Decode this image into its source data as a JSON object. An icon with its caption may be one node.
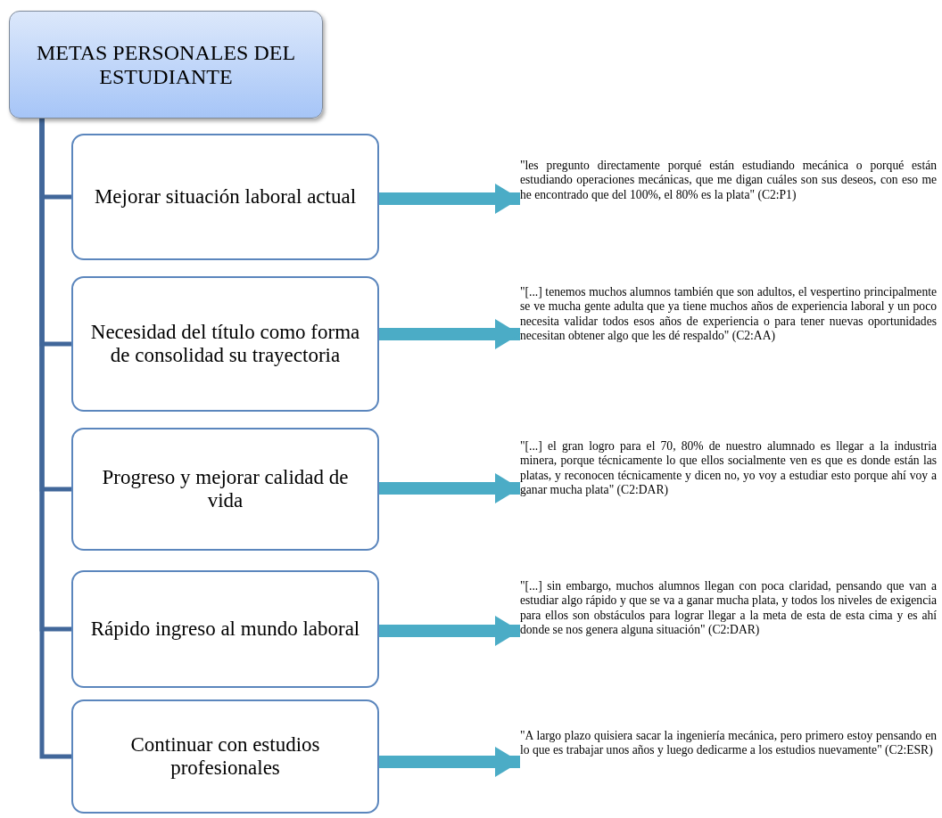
{
  "diagram": {
    "nodes": [
      {
        "text": [
          "METAS PERSONALES DEL ESTUDIANTE"
        ]
      },
      {
        "text": [
          "Mejorar situación laboral actual"
        ]
      },
      {
        "text": [
          "Necesidad del título como forma de consolidad su trayectoria"
        ]
      },
      {
        "text": [
          "Progreso y mejorar calidad de vida"
        ]
      },
      {
        "text": [
          "Rápido ingreso al mundo laboral"
        ]
      },
      {
        "text": [
          "Continuar con estudios profesionales"
        ]
      },
      {
        "text": [
          "\"les pregunto directamente porqué están estudiando mecánica o porqué están estudiando operaciones mecánicas, que me digan cuáles son sus deseos, con eso me he encontrado que del 100%, el 80% es la plata\" (C2:P1)"
        ]
      },
      {
        "text": [
          "\"[...] tenemos muchos alumnos también que son adultos, el vespertino principalmente se ve mucha gente adulta que ya tiene muchos años de experiencia laboral y un poco necesita validar todos esos años de experiencia o para tener nuevas oportunidades necesitan obtener algo que les dé respaldo\" (C2:AA)"
        ]
      },
      {
        "text": [
          "\"[...] el gran logro para el 70, 80% de nuestro alumnado es llegar a la industria minera, porque técnicamente lo que ellos socialmente ven es que es donde están las platas, y reconocen técnicamente y dicen no, yo voy a estudiar esto porque ahí voy a ganar mucha plata\" (C2:DAR)"
        ]
      },
      {
        "text": [
          "\"[...] sin embargo, muchos alumnos llegan con poca claridad, pensando que van a estudiar algo rápido y que se va a ganar mucha plata, y todos los niveles de exigencia para ellos son obstáculos para lograr llegar a la meta de esta de esta cima y es ahí donde se nos genera alguna situación\" (C2:DAR)"
        ]
      },
      {
        "text": [
          "\"A largo plazo quisiera sacar la ingeniería mecánica, pero primero estoy pensando en lo que es trabajar unos años y luego dedicarme a los estudios nuevamente\" (C2:ESR)"
        ]
      }
    ],
    "edges": [
      {
        "from": 0,
        "to": 1,
        "arrow": "none"
      },
      {
        "from": 0,
        "to": 2,
        "arrow": "none"
      },
      {
        "from": 0,
        "to": 3,
        "arrow": "none"
      },
      {
        "from": 0,
        "to": 4,
        "arrow": "none"
      },
      {
        "from": 0,
        "to": 5,
        "arrow": "none"
      },
      {
        "from": 1,
        "to": 6,
        "arrow": "to",
        "style": "thick",
        "color": "#4bacc6"
      },
      {
        "from": 2,
        "to": 7,
        "arrow": "to",
        "style": "thick",
        "color": "#4bacc6"
      },
      {
        "from": 3,
        "to": 8,
        "arrow": "to",
        "style": "thick",
        "color": "#4bacc6"
      },
      {
        "from": 4,
        "to": 9,
        "arrow": "to",
        "style": "thick",
        "color": "#4bacc6"
      },
      {
        "from": 5,
        "to": 10,
        "arrow": "to",
        "style": "thick",
        "color": "#4bacc6"
      }
    ]
  }
}
